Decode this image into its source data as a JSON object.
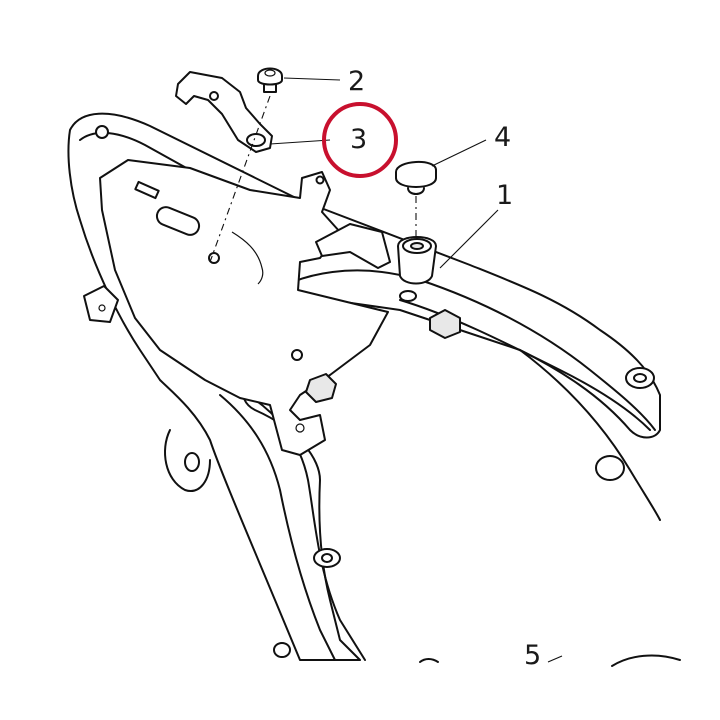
{
  "diagram": {
    "callouts": [
      {
        "id": "1",
        "label": "1"
      },
      {
        "id": "2",
        "label": "2"
      },
      {
        "id": "3",
        "label": "3"
      },
      {
        "id": "4",
        "label": "4"
      },
      {
        "id": "5",
        "label": "5"
      }
    ],
    "highlight": {
      "target": "3",
      "color": "#c8102e"
    }
  }
}
